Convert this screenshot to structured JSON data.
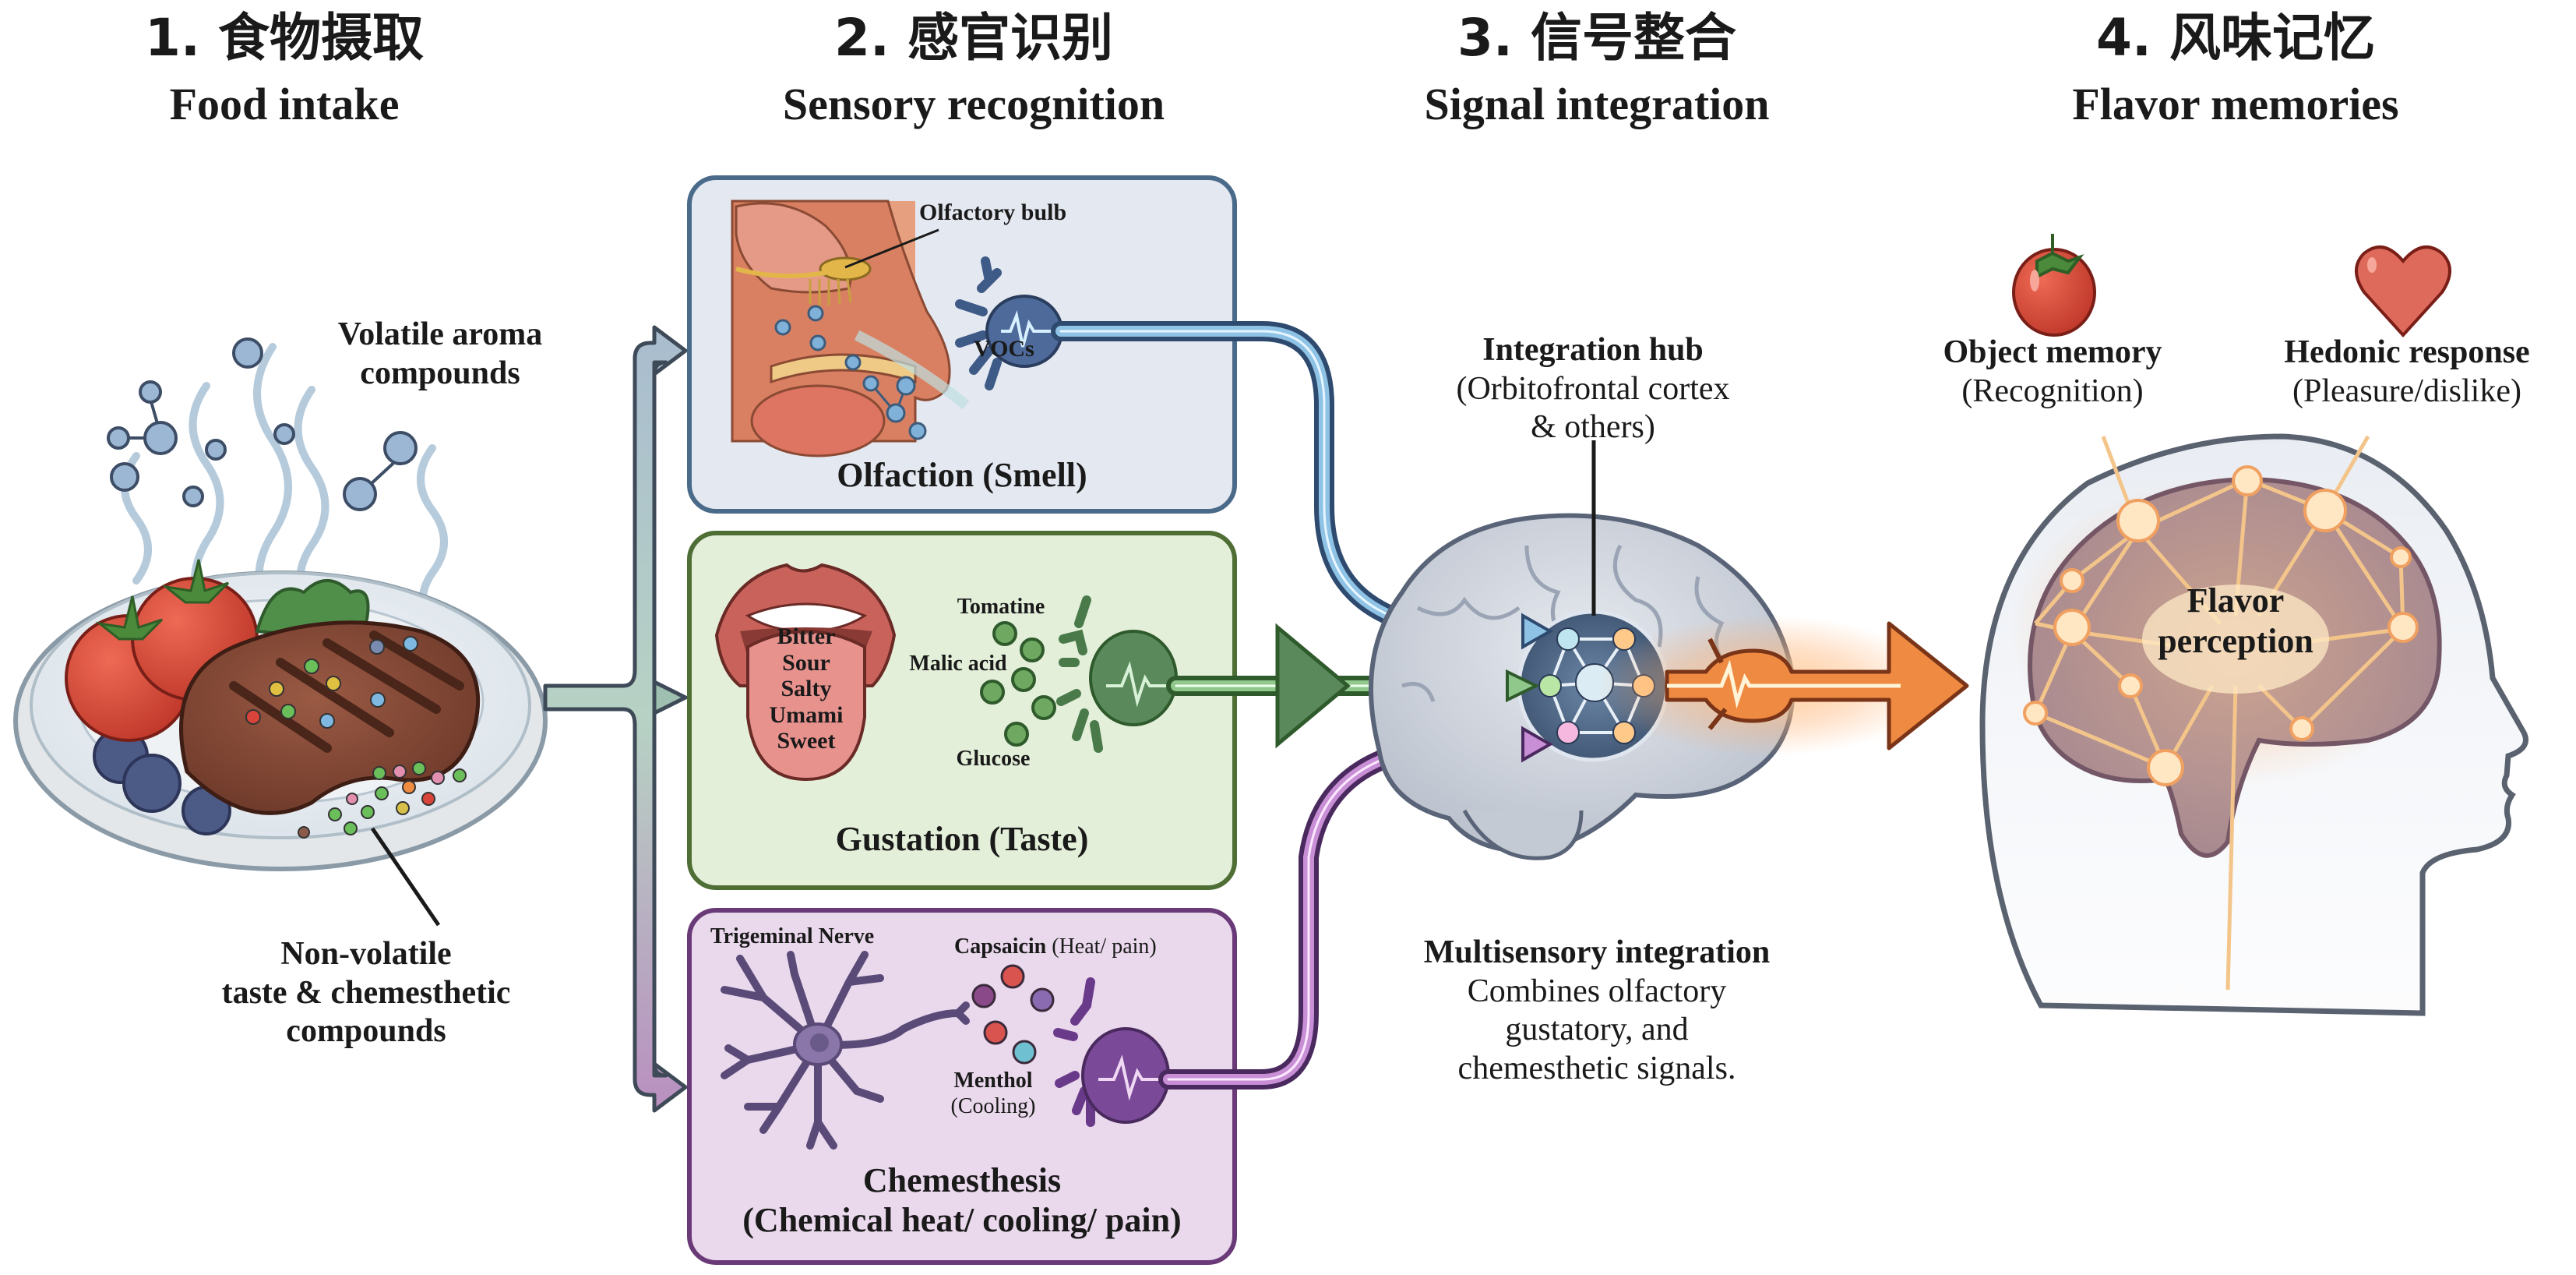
{
  "stages": [
    {
      "zh": "1. 食物摄取",
      "en": "Food intake"
    },
    {
      "zh": "2. 感官识别",
      "en": "Sensory recognition"
    },
    {
      "zh": "3. 信号整合",
      "en": "Signal integration"
    },
    {
      "zh": "4. 风味记忆",
      "en": "Flavor memories"
    }
  ],
  "food": {
    "volatile_line1": "Volatile aroma",
    "volatile_line2": "compounds",
    "nonvolatile_line1": "Non-volatile",
    "nonvolatile_line2": "taste & chemesthetic",
    "nonvolatile_line3": "compounds"
  },
  "olfaction": {
    "title": "Olfaction (Smell)",
    "bulb_label": "Olfactory bulb",
    "vocs_label": "VOCs",
    "color": "#4a6a8a"
  },
  "gustation": {
    "title": "Gustation (Taste)",
    "tastes": [
      "Bitter",
      "Sour",
      "Salty",
      "Umami",
      "Sweet"
    ],
    "compounds": [
      "Tomatine",
      "Malic acid",
      "Glucose"
    ],
    "color": "#4e6e35"
  },
  "chemesthesis": {
    "title_line1": "Chemesthesis",
    "title_line2": "(Chemical heat/ cooling/ pain)",
    "nerve_label": "Trigeminal Nerve",
    "capsaicin_name": "Capsaicin",
    "capsaicin_note": "(Heat/ pain)",
    "menthol_name": "Menthol",
    "menthol_note": "(Cooling)",
    "color": "#6a3a78"
  },
  "integration": {
    "hub_title": "Integration hub",
    "hub_sub1": "(Orbitofrontal cortex",
    "hub_sub2": "& others)",
    "multi_title": "Multisensory integration",
    "multi_line1": "Combines olfactory",
    "multi_line2": "gustatory, and",
    "multi_line3": "chemesthetic signals."
  },
  "memory": {
    "object_title": "Object memory",
    "object_sub": "(Recognition)",
    "hedonic_title": "Hedonic response",
    "hedonic_sub": "(Pleasure/dislike)",
    "center_line1": "Flavor",
    "center_line2": "perception",
    "accent": "#e8823a"
  }
}
